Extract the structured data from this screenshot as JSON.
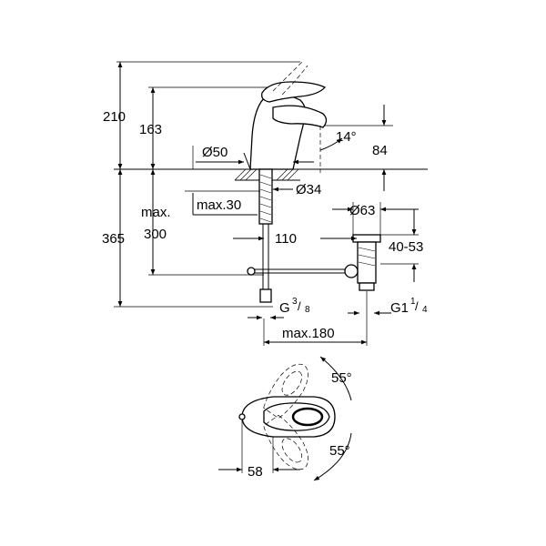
{
  "side_view": {
    "dim_total_height": "210",
    "dim_spout_height": "163",
    "dim_angle_spout": "14°",
    "dim_outlet_height": "84",
    "dim_base_diameter": "Ø50",
    "dim_shank_diameter": "Ø34",
    "dim_max_thickness": "max.30",
    "dim_max_label": "max.",
    "dim_max_below": "300",
    "dim_below_deck": "365",
    "dim_drain_offset": "110",
    "dim_waste_diameter": "Ø63",
    "dim_waste_range": "40-53",
    "dim_inlet_thread": "G",
    "dim_inlet_thread_num": "3",
    "dim_inlet_thread_den": "8",
    "dim_waste_thread": "G1",
    "dim_waste_thread_num": "1",
    "dim_waste_thread_den": "4",
    "dim_max_reach": "max.180"
  },
  "top_view": {
    "dim_angle_back": "55°",
    "dim_angle_front": "55°",
    "dim_offset": "58"
  }
}
